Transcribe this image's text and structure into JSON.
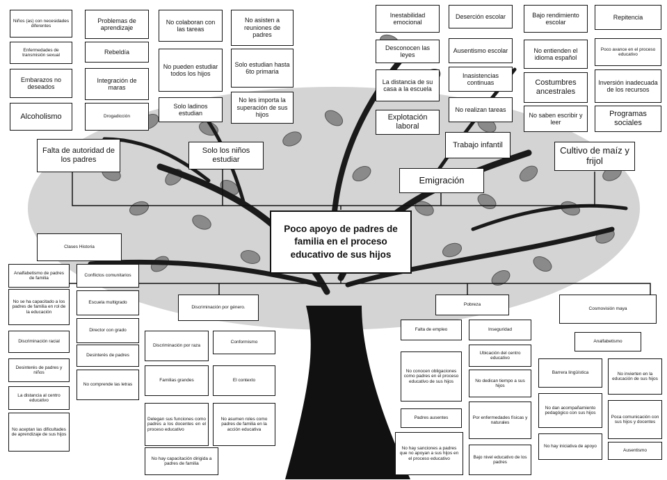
{
  "central_problem": "Poco apoyo de padres de familia en el proceso educativo de sus hijos",
  "top": {
    "col1": [
      "Niños (as) con necesidades diferentes",
      "Enfermedades de transmisión sexual",
      "Embarazos no deseados",
      "Alcoholismo"
    ],
    "col2": [
      "Problemas de aprendizaje",
      "Rebeldía",
      "Integración de maras",
      "Drogadicción"
    ],
    "col3": [
      "No colaboran con las tareas",
      "No pueden estudiar todos los hijos",
      "Solo ladinos estudian"
    ],
    "col4": [
      "No asisten a reuniones de padres",
      "Solo estudian hasta 6to primaria",
      "No les importa la superación de sus hijos"
    ],
    "col5": [
      "Inestabilidad emocional",
      "Desconocen las leyes",
      "La distancia de su casa a la escuela",
      "Explotación laboral"
    ],
    "col6": [
      "Deserción escolar",
      "Ausentismo escolar",
      "Inasistencias continuas",
      "No realizan tareas"
    ],
    "col7": [
      "Bajo rendimiento escolar",
      "No entienden el idioma español",
      "Costumbres ancestrales",
      "No saben escribir y leer"
    ],
    "col8": [
      "Repitencia",
      "Poco avance en el proceso educativo",
      "Inversión inadecuada de los recursos",
      "Programas sociales"
    ],
    "mid": [
      "Falta de autoridad de los padres",
      "Solo los niños estudiar",
      "Trabajo infantil",
      "Emigración",
      "Cultivo de maíz y frijol"
    ]
  },
  "bottom": {
    "clases": "Clases Historia",
    "left_col": [
      "Analfabetismo de padres de familia",
      "No se ha capacitado a los padres de familia en rol de la educación",
      "Discriminación racial",
      "Desinterés de padres y niños",
      "La distancia al centro educativo",
      "No aceptan las dificultades de aprendizaje de sus hijos"
    ],
    "second_col": [
      "Conflictos comunitarios",
      "Escuela multigrado",
      "Director con grado",
      "Desinterés de padres",
      "No comprende las letras"
    ],
    "disc_genero": "Discriminación por género.",
    "genero_left": [
      "Discriminación por raza",
      "Familias grandes",
      "Delegan sus funciones como padres a los docentes en el proceso educativo",
      "No hay capacitación dirigida a padres de familia"
    ],
    "genero_right": [
      "Conformismo",
      "El contexto",
      "No asumen roles como padres de familia en la acción educativa"
    ],
    "pobreza": "Pobreza",
    "pobreza_left": [
      "Falta de empleo",
      "No conocen obligaciones como padres en el proceso educativo de sus hijos",
      "Padres ausentes",
      "No hay sanciones a padres que no apoyan a sus hijos en el proceso educativo"
    ],
    "pobreza_right": [
      "Inseguridad",
      "Ubicación del centro educativo",
      "No dedican tiempo a sus hijos",
      "Por enfermedades físicas y naturales",
      "Bajo nivel educativo de los padres"
    ],
    "cosmovision": "Cosmovisión maya",
    "analfabetismo": "Analfabetismo",
    "cosmo_left": [
      "Barrera lingüística",
      "No dan acompañamiento pedagógico con sus hijos",
      "No hay iniciativa de apoyo"
    ],
    "cosmo_right": [
      "No invierten en la educación de sus hijos",
      "Poca comunicación con sus hijos y docentes",
      "Ausentismo"
    ]
  }
}
